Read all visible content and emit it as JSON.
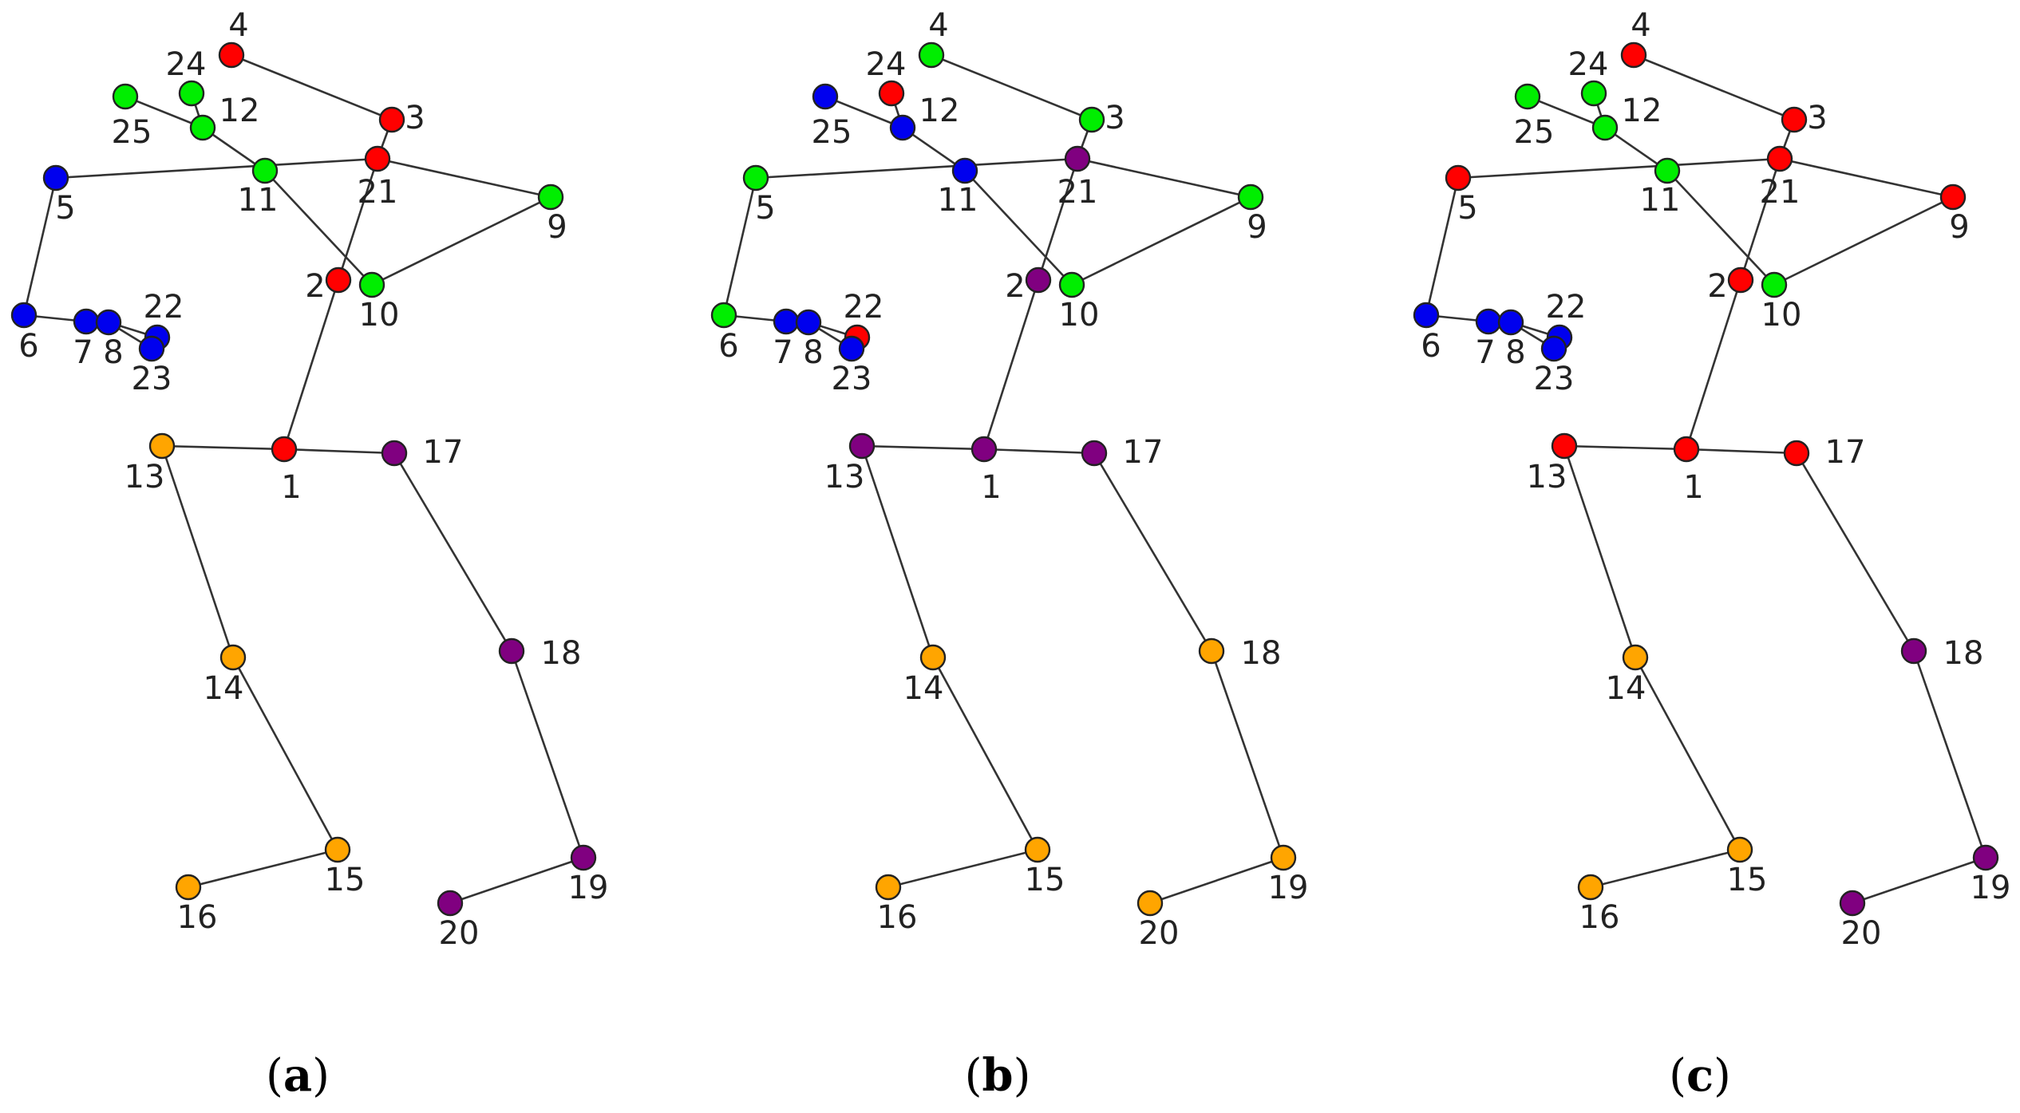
{
  "colors": {
    "red": "#ff0000",
    "green": "#00ee00",
    "blue": "#0000ee",
    "orange": "#ffa500",
    "purple": "#800080"
  },
  "joint_names": [
    "1",
    "2",
    "3",
    "4",
    "5",
    "6",
    "7",
    "8",
    "9",
    "10",
    "11",
    "12",
    "13",
    "14",
    "15",
    "16",
    "17",
    "18",
    "19",
    "20",
    "21",
    "22",
    "23",
    "24",
    "25"
  ],
  "panels": [
    {
      "caption": "a",
      "joint_colors": [
        "red",
        "red",
        "red",
        "red",
        "blue",
        "blue",
        "blue",
        "blue",
        "green",
        "green",
        "green",
        "green",
        "orange",
        "orange",
        "orange",
        "orange",
        "purple",
        "purple",
        "purple",
        "purple",
        "red",
        "blue",
        "blue",
        "green",
        "green"
      ]
    },
    {
      "caption": "b",
      "joint_colors": [
        "purple",
        "purple",
        "green",
        "green",
        "green",
        "green",
        "blue",
        "blue",
        "green",
        "green",
        "blue",
        "blue",
        "purple",
        "orange",
        "orange",
        "orange",
        "purple",
        "orange",
        "orange",
        "orange",
        "purple",
        "red",
        "blue",
        "red",
        "blue"
      ]
    },
    {
      "caption": "c",
      "joint_colors": [
        "red",
        "red",
        "red",
        "red",
        "red",
        "blue",
        "blue",
        "blue",
        "red",
        "green",
        "green",
        "green",
        "red",
        "orange",
        "orange",
        "orange",
        "red",
        "purple",
        "purple",
        "purple",
        "red",
        "blue",
        "blue",
        "green",
        "green"
      ]
    }
  ]
}
